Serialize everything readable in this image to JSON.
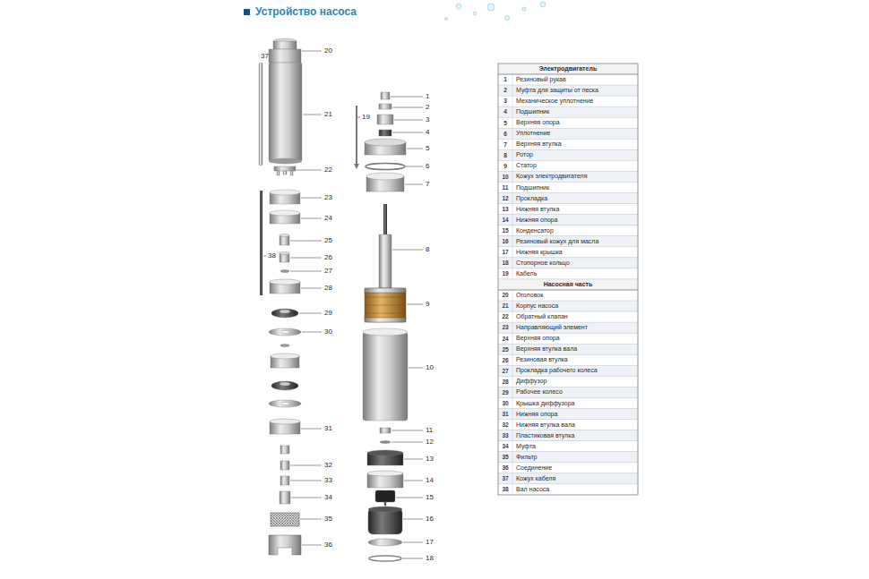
{
  "diagram": {
    "title": "Устройство насоса",
    "labels": [
      "37",
      "20",
      "21",
      "22",
      "23",
      "24",
      "25",
      "26",
      "38",
      "27",
      "28",
      "29",
      "30",
      "31",
      "32",
      "33",
      "34",
      "35",
      "36",
      "1",
      "2",
      "19",
      "3",
      "4",
      "5",
      "6",
      "7",
      "8",
      "9",
      "10",
      "11",
      "12",
      "13",
      "14",
      "15",
      "16",
      "17",
      "18",
      "Электродвигатель",
      "1",
      "Резиновый рукав",
      "2",
      "Муфта для защиты от песка",
      "3",
      "Механическое уплотнение",
      "4",
      "Подшипник",
      "5",
      "Верхняя опора",
      "6",
      "Уплотнение",
      "7",
      "Верхняя втулка",
      "8",
      "Ротор",
      "9",
      "Статор",
      "10",
      "Кожух электродвигателя",
      "11",
      "Подшипник",
      "12",
      "Прокладка",
      "13",
      "Нижняя втулка",
      "14",
      "Нижняя опора",
      "15",
      "Конденсатор",
      "16",
      "Резиновый кожух для масла",
      "17",
      "Нижняя крышка",
      "18",
      "Стопорное кольцо",
      "19",
      "Кабель",
      "Насосная часть",
      "20",
      "Оголовок",
      "21",
      "Корпус насоса",
      "22",
      "Обратный клапан",
      "23",
      "Направляющий элемент",
      "24",
      "Верхняя опора",
      "25",
      "Верхняя втулка вала",
      "26",
      "Резиновая втулка",
      "27",
      "Прокладка рабочего колеса",
      "28",
      "Диффузор",
      "29",
      "Рабочее колесо",
      "30",
      "Крышка диффузора",
      "31",
      "Нижняя опора",
      "32",
      "Нижняя втулка вала",
      "33",
      "Пластиковая втулка",
      "34",
      "Муфта",
      "35",
      "Фильтр",
      "36",
      "Соединение",
      "37",
      "Кожух кабеля",
      "38",
      "Вал насоса"
    ]
  }
}
